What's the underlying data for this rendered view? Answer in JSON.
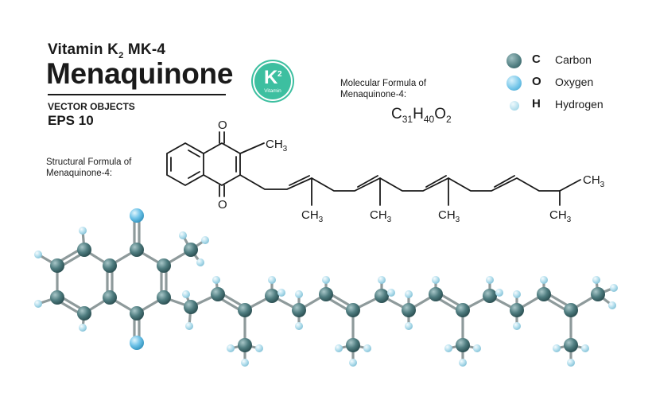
{
  "header": {
    "vitamin_prefix": "Vitamin K",
    "vitamin_sub": "2",
    "vitamin_suffix": " MK-4",
    "title": "Menaquinone",
    "vector_label": "VECTOR OBJECTS",
    "eps_label": "EPS 10"
  },
  "badge": {
    "letter": "K",
    "sub": "2",
    "caption": "Vitamin"
  },
  "labels": {
    "structural_line1": "Structural  Formula of",
    "structural_line2": "Menaquinone-4:",
    "molecular_line1": "Molecular Formula of",
    "molecular_line2": "Menaquinone-4:"
  },
  "formula": {
    "c": "C",
    "c_n": "31",
    "h": "H",
    "h_n": "40",
    "o": "O",
    "o_n": "2"
  },
  "legend": [
    {
      "symbol": "C",
      "name": "Carbon",
      "color": "#4f7d80"
    },
    {
      "symbol": "O",
      "name": "Oxygen",
      "color": "#6fc3e8"
    },
    {
      "symbol": "H",
      "name": "Hydrogen",
      "color": "#b7e0ee"
    }
  ],
  "structure": {
    "oxygen_label": "O",
    "methyl_c": "CH",
    "methyl_n": "3"
  },
  "colors": {
    "carbon": "#4f7d80",
    "oxygen": "#6fc3e8",
    "hydrogen": "#b7e0ee",
    "bond": "#8e9a9b",
    "badge": "#3dbfa0"
  }
}
